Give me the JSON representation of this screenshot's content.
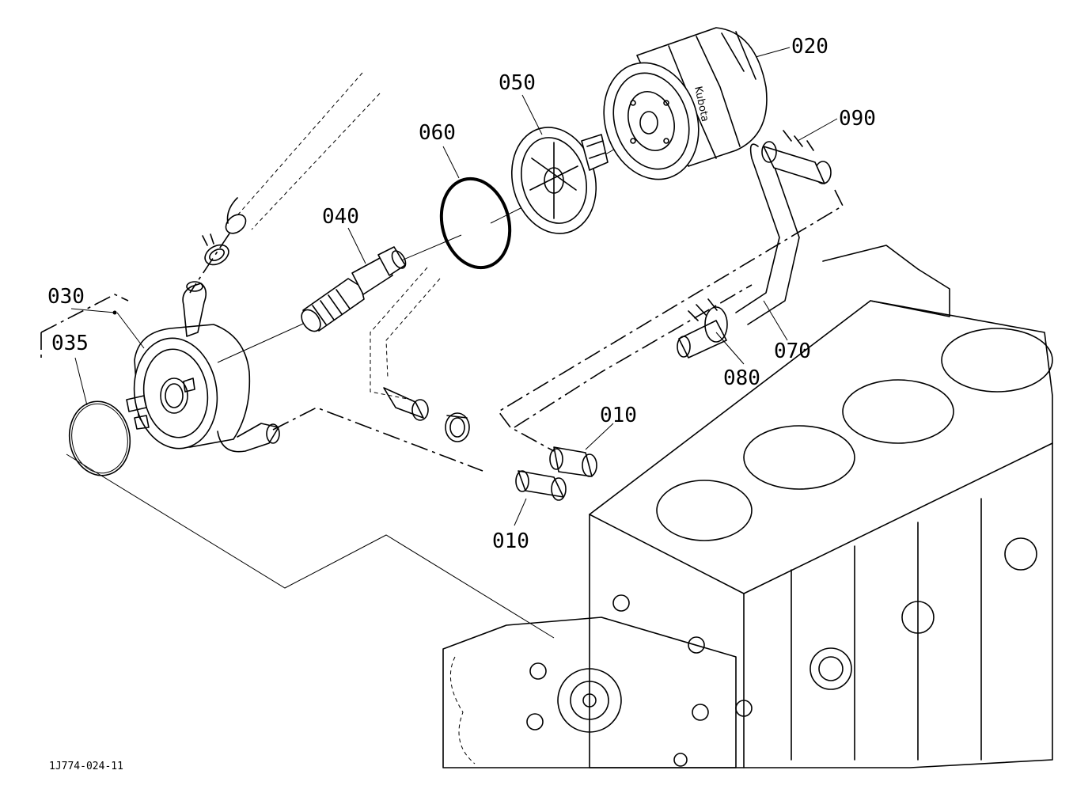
{
  "diagram": {
    "doc_id": "1J774-024-11",
    "callouts": [
      {
        "id": "020",
        "text": "020"
      },
      {
        "id": "050",
        "text": "050"
      },
      {
        "id": "060",
        "text": "060"
      },
      {
        "id": "090",
        "text": "090"
      },
      {
        "id": "040",
        "text": "040"
      },
      {
        "id": "030",
        "text": "030"
      },
      {
        "id": "035",
        "text": "035"
      },
      {
        "id": "070",
        "text": "070"
      },
      {
        "id": "080",
        "text": "080"
      },
      {
        "id": "010a",
        "text": "010"
      },
      {
        "id": "010b",
        "text": "010"
      }
    ],
    "filter_brand": "Kubota"
  }
}
